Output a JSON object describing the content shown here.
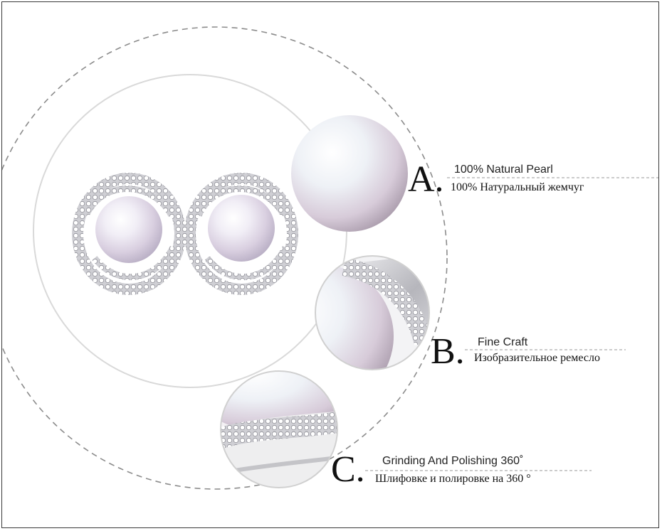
{
  "features": [
    {
      "letter": "A.",
      "english": "100% Natural Pearl",
      "russian": "100% Натуральный жемчуг"
    },
    {
      "letter": "B.",
      "english": "Fine Craft",
      "russian": "Изобразительное ремесло"
    },
    {
      "letter": "C.",
      "english": "Grinding And Polishing 360˚",
      "russian": "Шлифовке и полировке на 360 °"
    }
  ],
  "colors": {
    "frame": "#3a3a3a",
    "dashed_circle": "#8c8c8c",
    "inner_circle": "#d9d9d9",
    "pearl_tint": "#e9e4ef",
    "silver": "#c8c8cc"
  },
  "icons": [
    "pearl-earring-image",
    "pearl-closeup-image",
    "setting-closeup-image",
    "polished-setting-image"
  ]
}
